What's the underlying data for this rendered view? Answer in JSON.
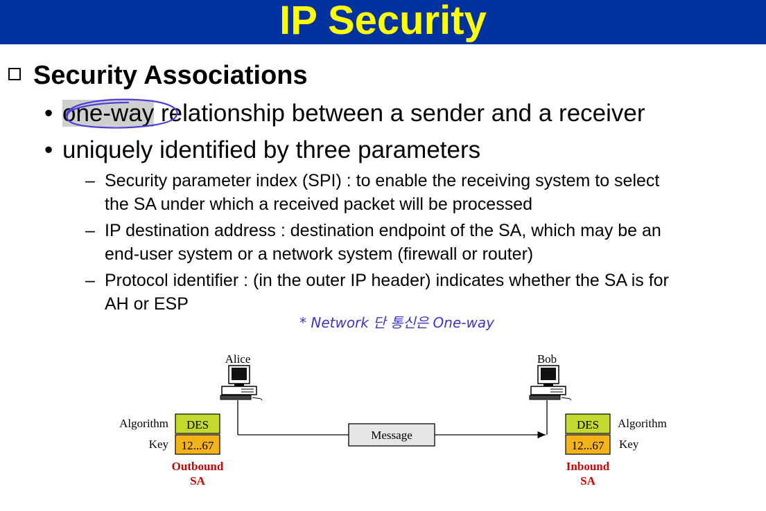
{
  "title": "IP Security",
  "heading": "Security Associations",
  "bullets": [
    {
      "highlight": "one-way",
      "rest": " relationship between a sender and a receiver"
    },
    {
      "text": "uniquely identified by three parameters"
    }
  ],
  "sub_items": [
    {
      "line1": "Security parameter index (SPI) : to enable the receiving system to select",
      "line2": "the SA under which a received packet will be processed"
    },
    {
      "line1": "IP destination address : destination endpoint of the SA, which may be an",
      "line2": "end-user system or a network system (firewall or router)"
    },
    {
      "line1": "Protocol identifier : (in the outer IP header) indicates whether the SA is for",
      "line2": "AH or ESP"
    }
  ],
  "annotation": "* Network 단 통신은 One-way",
  "diagram": {
    "left_host": "Alice",
    "right_host": "Bob",
    "message": "Message",
    "left_algorithm_label": "Algorithm",
    "left_key_label": "Key",
    "right_algorithm_label": "Algorithm",
    "right_key_label": "Key",
    "algorithm_value": "DES",
    "key_value": "12...67",
    "left_sa_line1": "Outbound",
    "left_sa_line2": "SA",
    "right_sa_line1": "Inbound",
    "right_sa_line2": "SA"
  },
  "colors": {
    "title_bar": "#0033a0",
    "title_text": "#ffff00",
    "algorithm_box": "#c4d92e",
    "key_box": "#f5b31a",
    "sa_label": "#d00000",
    "annotation_ink": "#3a34c8"
  }
}
